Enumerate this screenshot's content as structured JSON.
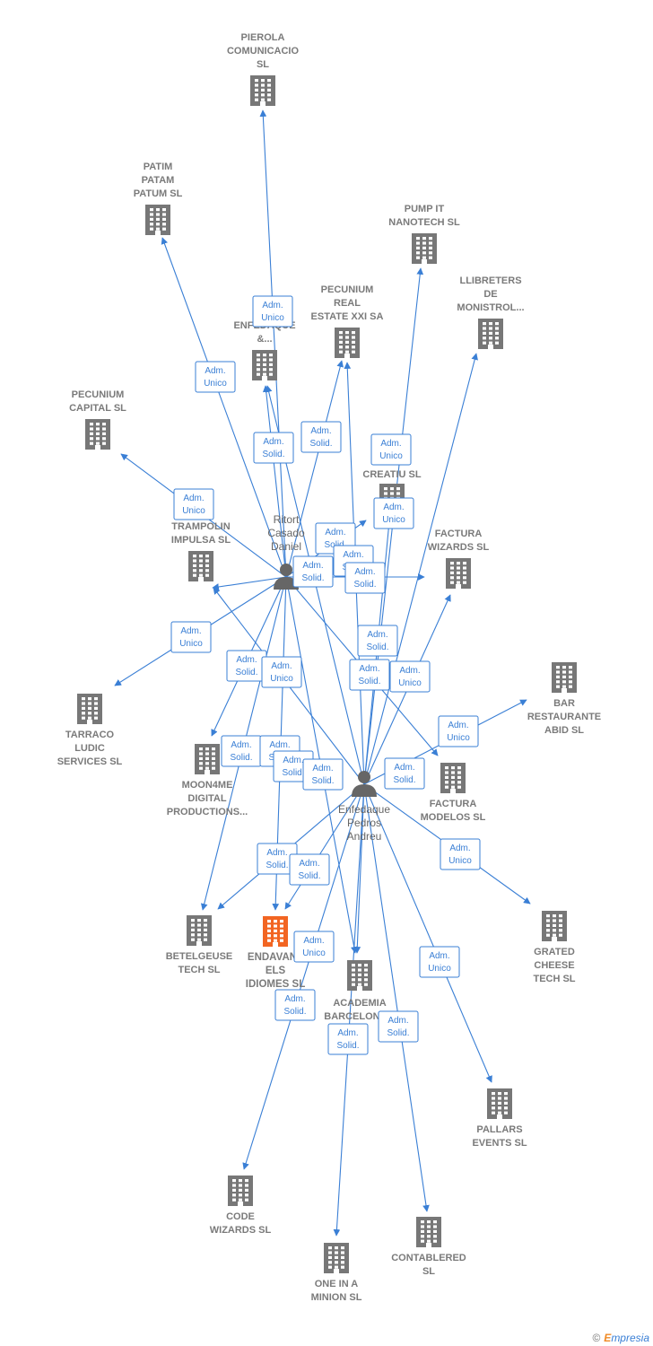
{
  "colors": {
    "edge": "#3a7fd5",
    "building": "#777777",
    "focus": "#f26522",
    "person": "#666666"
  },
  "nodes": [
    {
      "id": "pierola",
      "type": "company",
      "label": [
        "PIEROLA",
        "COMUNICACIO",
        "SL"
      ]
    },
    {
      "id": "patim",
      "type": "company",
      "label": [
        "PATIM",
        "PATAM",
        "PATUM SL"
      ]
    },
    {
      "id": "pumpit",
      "type": "company",
      "label": [
        "PUMP IT",
        "NANOTECH SL"
      ]
    },
    {
      "id": "llibreters",
      "type": "company",
      "label": [
        "LLIBRETERS",
        "DE",
        "MONISTROL..."
      ]
    },
    {
      "id": "pecunium_real",
      "type": "company",
      "label": [
        "PECUNIUM",
        "REAL",
        "ESTATE XXI SA"
      ]
    },
    {
      "id": "enfedaque_co",
      "type": "company",
      "label": [
        "R...",
        "ENFEDAQUE",
        "&..."
      ]
    },
    {
      "id": "pecunium_cap",
      "type": "company",
      "label": [
        "PECUNIUM",
        "CAPITAL SL"
      ]
    },
    {
      "id": "creatiu",
      "type": "company",
      "label": [
        "CREATIU SL"
      ]
    },
    {
      "id": "trampolin",
      "type": "company",
      "label": [
        "TRAMPOLIN",
        "IMPULSA SL"
      ]
    },
    {
      "id": "factura_wiz",
      "type": "company",
      "label": [
        "FACTURA",
        "WIZARDS SL"
      ]
    },
    {
      "id": "bar",
      "type": "company",
      "label": [
        "BAR",
        "RESTAURANTE",
        "ABID SL"
      ]
    },
    {
      "id": "tarraco",
      "type": "company",
      "label": [
        "TARRACO",
        "LUDIC",
        "SERVICES SL"
      ]
    },
    {
      "id": "moon4me",
      "type": "company",
      "label": [
        "MOON4ME",
        "DIGITAL",
        "PRODUCTIONS..."
      ]
    },
    {
      "id": "factura_mod",
      "type": "company",
      "label": [
        "FACTURA",
        "MODELOS SL"
      ]
    },
    {
      "id": "betelgeuse",
      "type": "company",
      "label": [
        "BETELGEUSE",
        "TECH SL"
      ]
    },
    {
      "id": "endavant",
      "type": "focus",
      "label": [
        "ENDAVANT",
        "ELS",
        "IDIOMES SL"
      ]
    },
    {
      "id": "academia",
      "type": "company",
      "label": [
        "ACADEMIA",
        "BARCELONA..."
      ]
    },
    {
      "id": "grated",
      "type": "company",
      "label": [
        "GRATED",
        "CHEESE",
        "TECH SL"
      ]
    },
    {
      "id": "pallars",
      "type": "company",
      "label": [
        "PALLARS",
        "EVENTS SL"
      ]
    },
    {
      "id": "code",
      "type": "company",
      "label": [
        "CODE",
        "WIZARDS SL"
      ]
    },
    {
      "id": "contablered",
      "type": "company",
      "label": [
        "CONTABLERED",
        "SL"
      ]
    },
    {
      "id": "oneina",
      "type": "company",
      "label": [
        "ONE IN A",
        "MINION SL"
      ]
    },
    {
      "id": "ritort",
      "type": "person",
      "label": [
        "Ritort",
        "Casado",
        "Daniel"
      ]
    },
    {
      "id": "enfedaque",
      "type": "person",
      "label": [
        "Enfedaque",
        "Pedros",
        "Andreu"
      ]
    }
  ],
  "roles": [
    {
      "id": "r1",
      "lines": [
        "Adm.",
        "Unico"
      ]
    },
    {
      "id": "r2",
      "lines": [
        "Adm.",
        "Unico"
      ]
    },
    {
      "id": "r3",
      "lines": [
        "Adm.",
        "Solid."
      ]
    },
    {
      "id": "r4",
      "lines": [
        "Adm.",
        "Solid."
      ]
    },
    {
      "id": "r5",
      "lines": [
        "Adm.",
        "Unico"
      ]
    },
    {
      "id": "r6",
      "lines": [
        "Adm.",
        "Unico"
      ]
    },
    {
      "id": "r7",
      "lines": [
        "Adm.",
        "Unico"
      ]
    },
    {
      "id": "r8",
      "lines": [
        "Adm.",
        "Solid."
      ]
    },
    {
      "id": "r9",
      "lines": [
        "Adm.",
        "Solid."
      ]
    },
    {
      "id": "r10",
      "lines": [
        "Adm.",
        "Solid."
      ]
    },
    {
      "id": "r11",
      "lines": [
        "Adm.",
        "Solid."
      ]
    },
    {
      "id": "r12",
      "lines": [
        "Adm.",
        "Unico"
      ]
    },
    {
      "id": "r13",
      "lines": [
        "Adm.",
        "Solid."
      ]
    },
    {
      "id": "r14",
      "lines": [
        "Adm.",
        "Solid."
      ]
    },
    {
      "id": "r15",
      "lines": [
        "Adm.",
        "Solid."
      ]
    },
    {
      "id": "r16",
      "lines": [
        "Adm.",
        "Unico"
      ]
    },
    {
      "id": "r17",
      "lines": [
        "Adm.",
        "Unico"
      ]
    },
    {
      "id": "r18",
      "lines": [
        "Adm.",
        "Solid."
      ]
    },
    {
      "id": "r19",
      "lines": [
        "Adm.",
        "Solid."
      ]
    },
    {
      "id": "r20",
      "lines": [
        "Adm.",
        "Unico"
      ]
    },
    {
      "id": "r21",
      "lines": [
        "Adm.",
        "Solid."
      ]
    },
    {
      "id": "r22",
      "lines": [
        "Adm.",
        "Solid."
      ]
    },
    {
      "id": "r23",
      "lines": [
        "Adm.",
        "Solid."
      ]
    },
    {
      "id": "r24",
      "lines": [
        "Adm.",
        "Unico"
      ]
    },
    {
      "id": "r25",
      "lines": [
        "Adm.",
        "Solid."
      ]
    },
    {
      "id": "r26",
      "lines": [
        "Adm.",
        "Solid."
      ]
    },
    {
      "id": "r27",
      "lines": [
        "Adm.",
        "Unico"
      ]
    },
    {
      "id": "r28",
      "lines": [
        "Adm.",
        "Solid."
      ]
    },
    {
      "id": "r29",
      "lines": [
        "Adm.",
        "Solid."
      ]
    },
    {
      "id": "r30",
      "lines": [
        "Adm.",
        "Solid."
      ]
    },
    {
      "id": "r31",
      "lines": [
        "Adm.",
        "Unico"
      ]
    }
  ],
  "credit": {
    "copyright": "©",
    "brand_first": "E",
    "brand_rest": "mpresia"
  }
}
